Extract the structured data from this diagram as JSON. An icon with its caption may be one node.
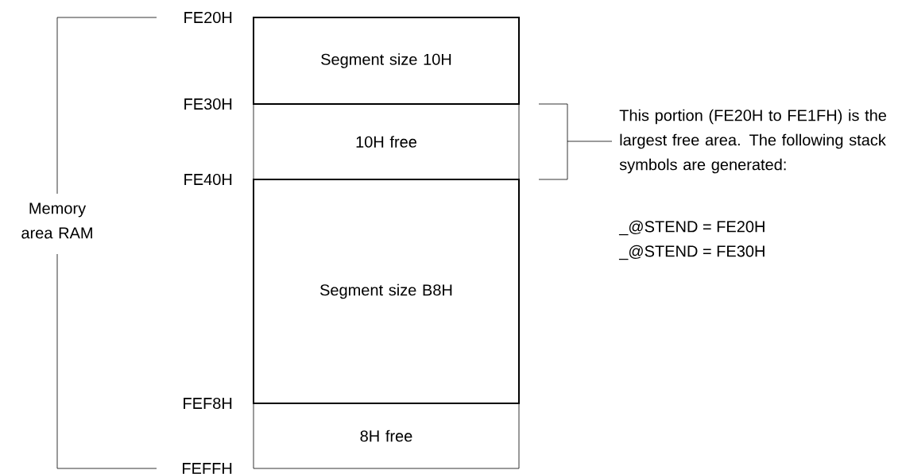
{
  "diagram": {
    "nodes": [
      {
        "text": [
          "Segment size 10H"
        ]
      },
      {
        "text": [
          "10H free"
        ]
      },
      {
        "text": [
          "Segment size B8H"
        ]
      },
      {
        "text": [
          "8H free"
        ]
      }
    ],
    "labels": [
      "FE20H",
      "FE30H",
      "FE40H",
      "Memory area RAM",
      "FEF8H",
      "FEFFH",
      "This portion (FE20H to FE1FH) is the largest free area. The following stack symbols are generated:",
      "_@STEND = FE20H",
      "_@STEND = FE30H"
    ]
  }
}
